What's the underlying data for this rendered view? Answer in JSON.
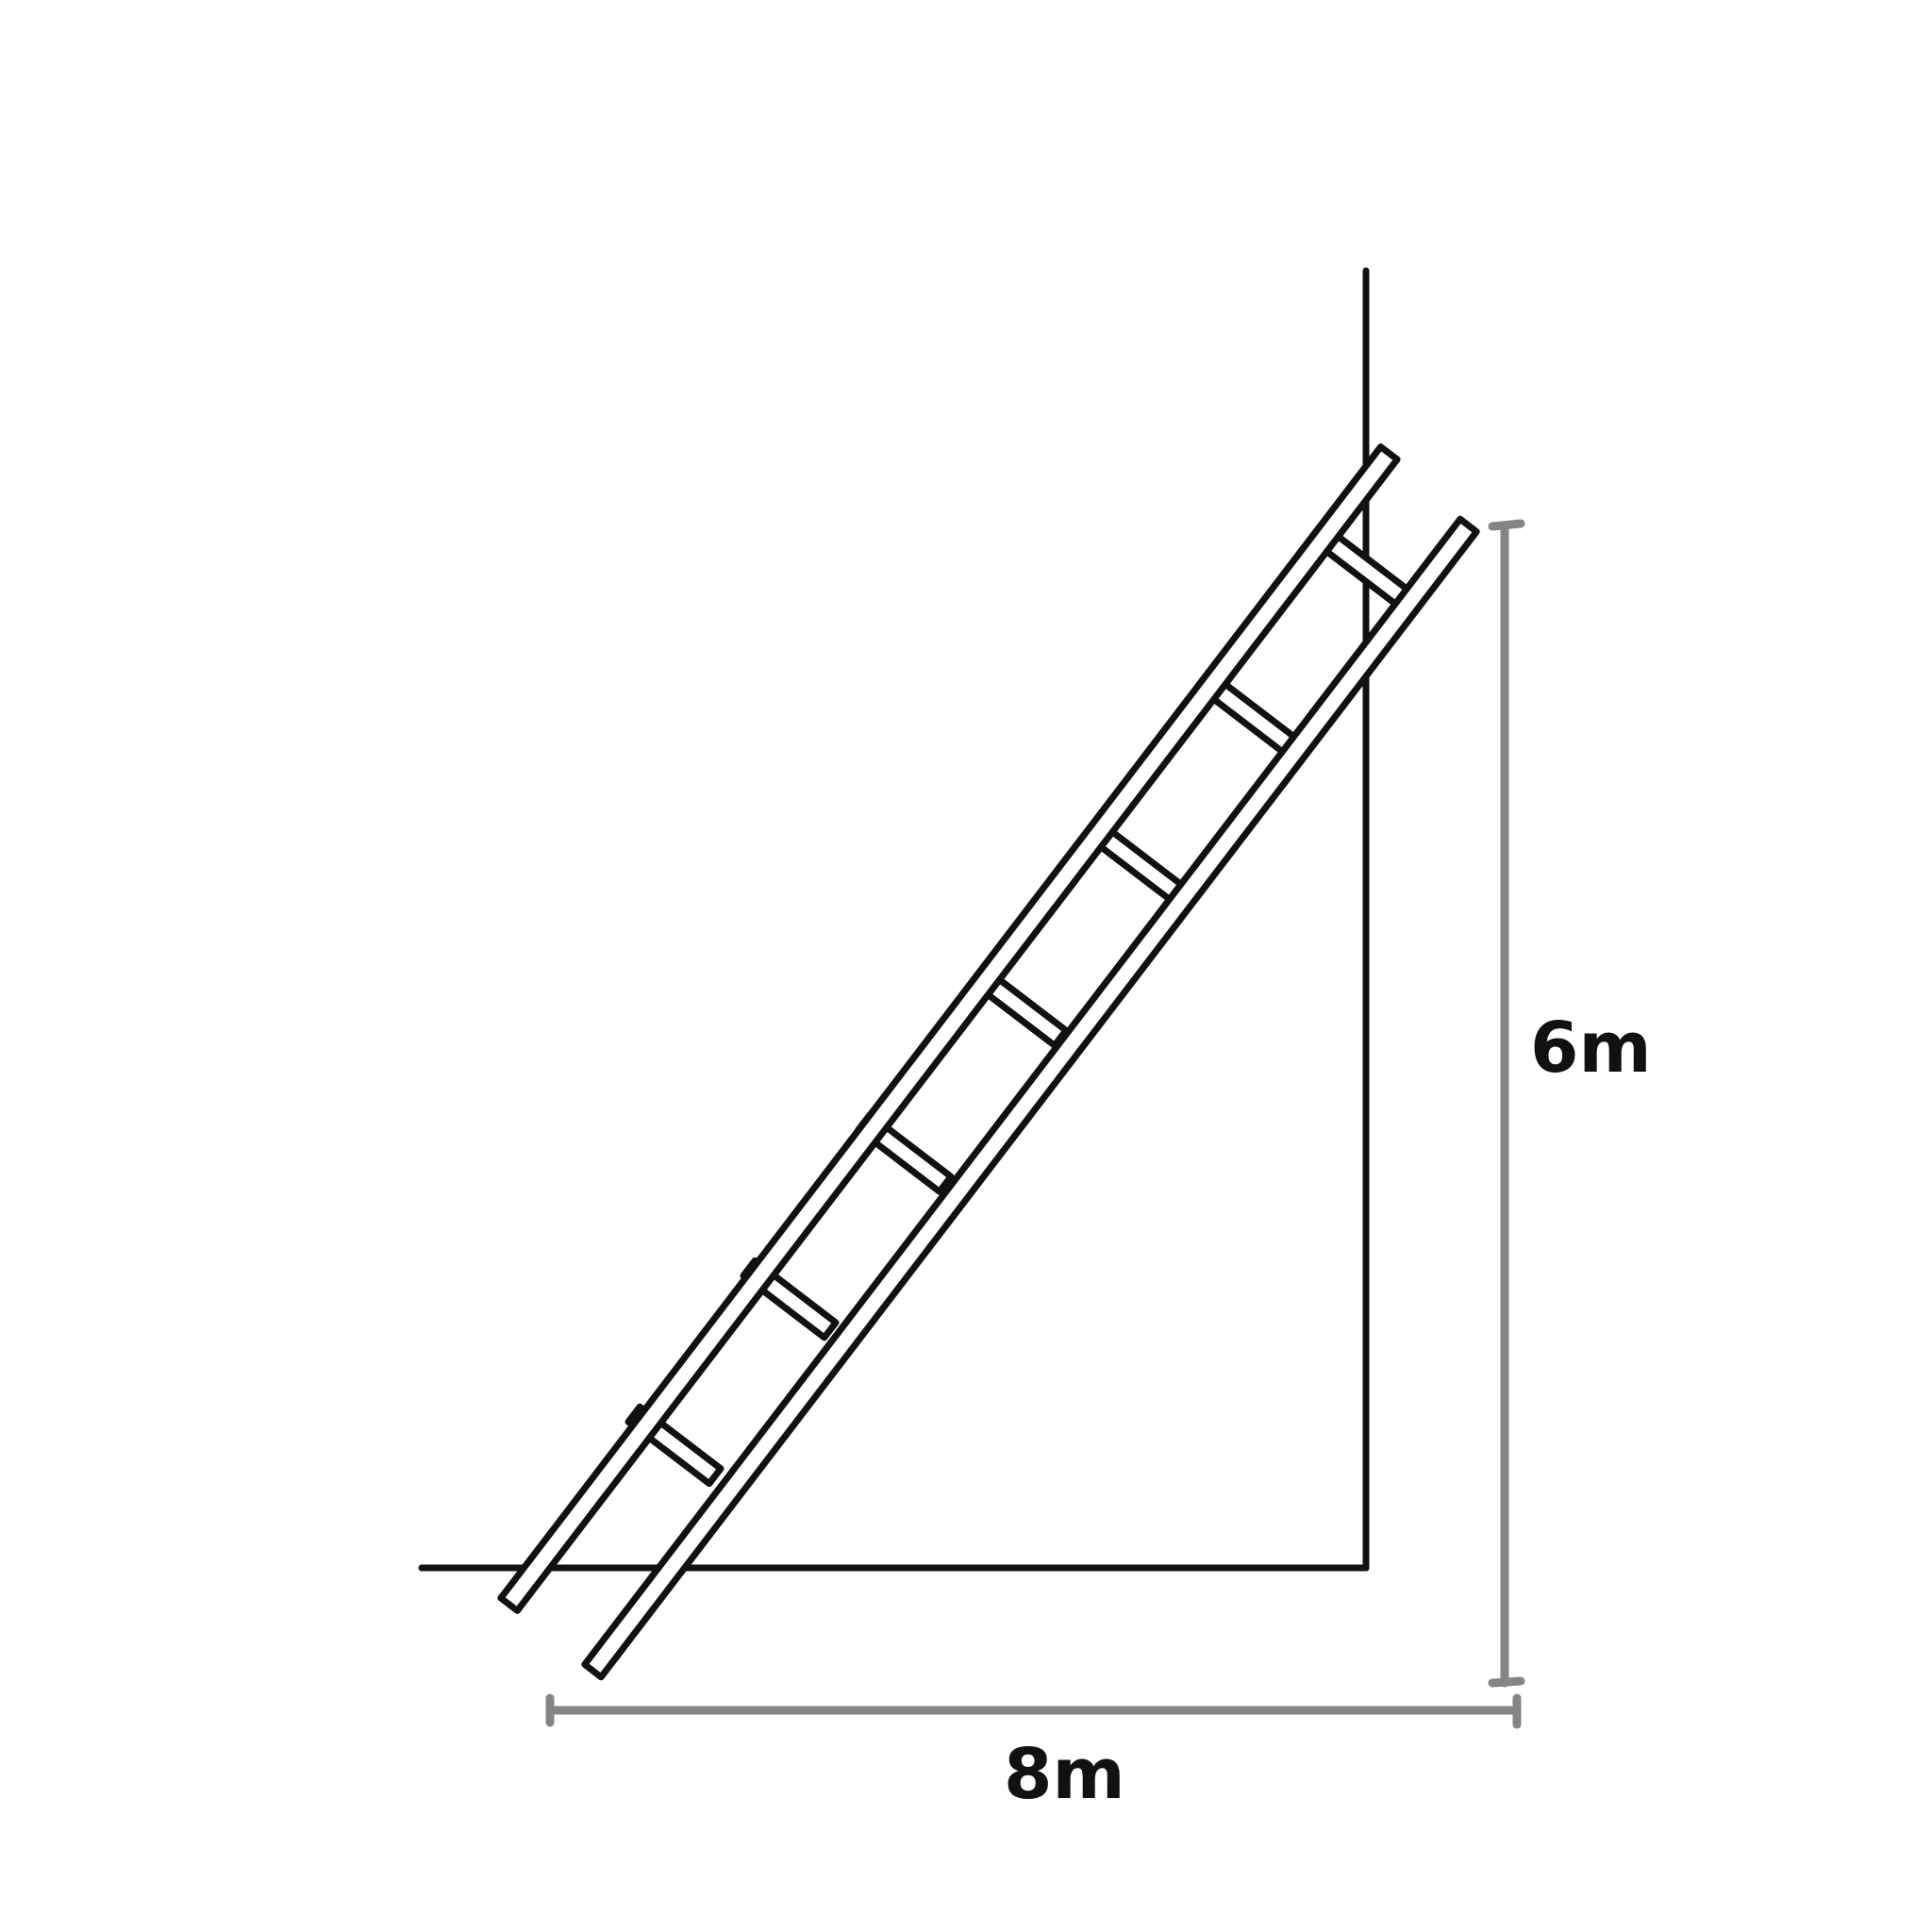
{
  "diagram": {
    "labels": {
      "height": "6m",
      "base": "8m"
    },
    "colors": {
      "ink": "#111111",
      "dimension": "#858585",
      "background": "#ffffff"
    },
    "rung_count": 7
  }
}
